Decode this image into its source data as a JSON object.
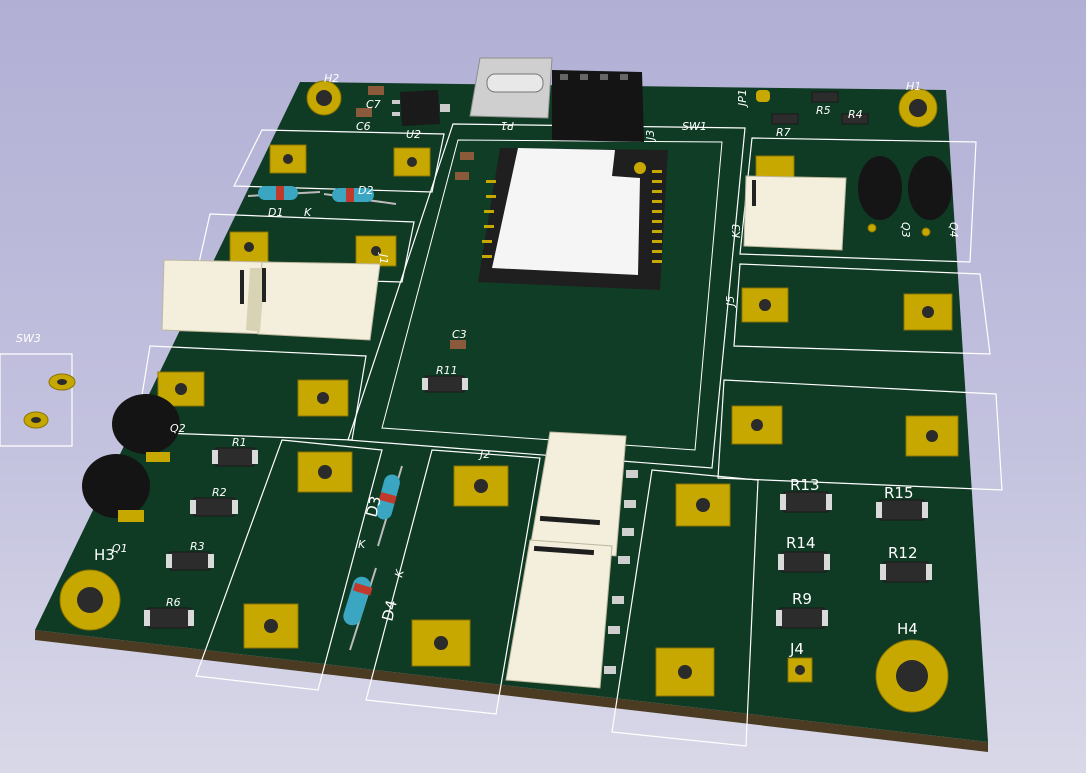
{
  "viewer": {
    "kind": "PCB 3D view"
  },
  "board": {
    "colors": {
      "solder_mask": "#0f3a24",
      "board_edge": "#4a3b22",
      "pad_gold": "#c7a800",
      "silkscreen": "#ffffff",
      "background_top": "#b1afd4"
    },
    "mounting_holes": [
      "H1",
      "H2",
      "H3",
      "H4"
    ],
    "resistors": [
      "R1",
      "R2",
      "R3",
      "R4",
      "R5",
      "R6",
      "R7",
      "R9",
      "R11",
      "R12",
      "R13",
      "R14",
      "R15"
    ],
    "capacitors": [
      "C3",
      "C6",
      "C7"
    ],
    "diodes": [
      "D1",
      "D2",
      "D3",
      "D4"
    ],
    "diode_cathode_mark": "K",
    "transistors": [
      "Q1",
      "Q2",
      "Q3",
      "Q4"
    ],
    "ics": [
      "U2"
    ],
    "connectors": [
      "J2",
      "J3",
      "J4",
      "P1"
    ],
    "switches": [
      "SW1",
      "SW3"
    ],
    "jumpers": [
      "JP1"
    ],
    "other_refs": [
      "K3",
      "J5",
      "J1"
    ]
  }
}
